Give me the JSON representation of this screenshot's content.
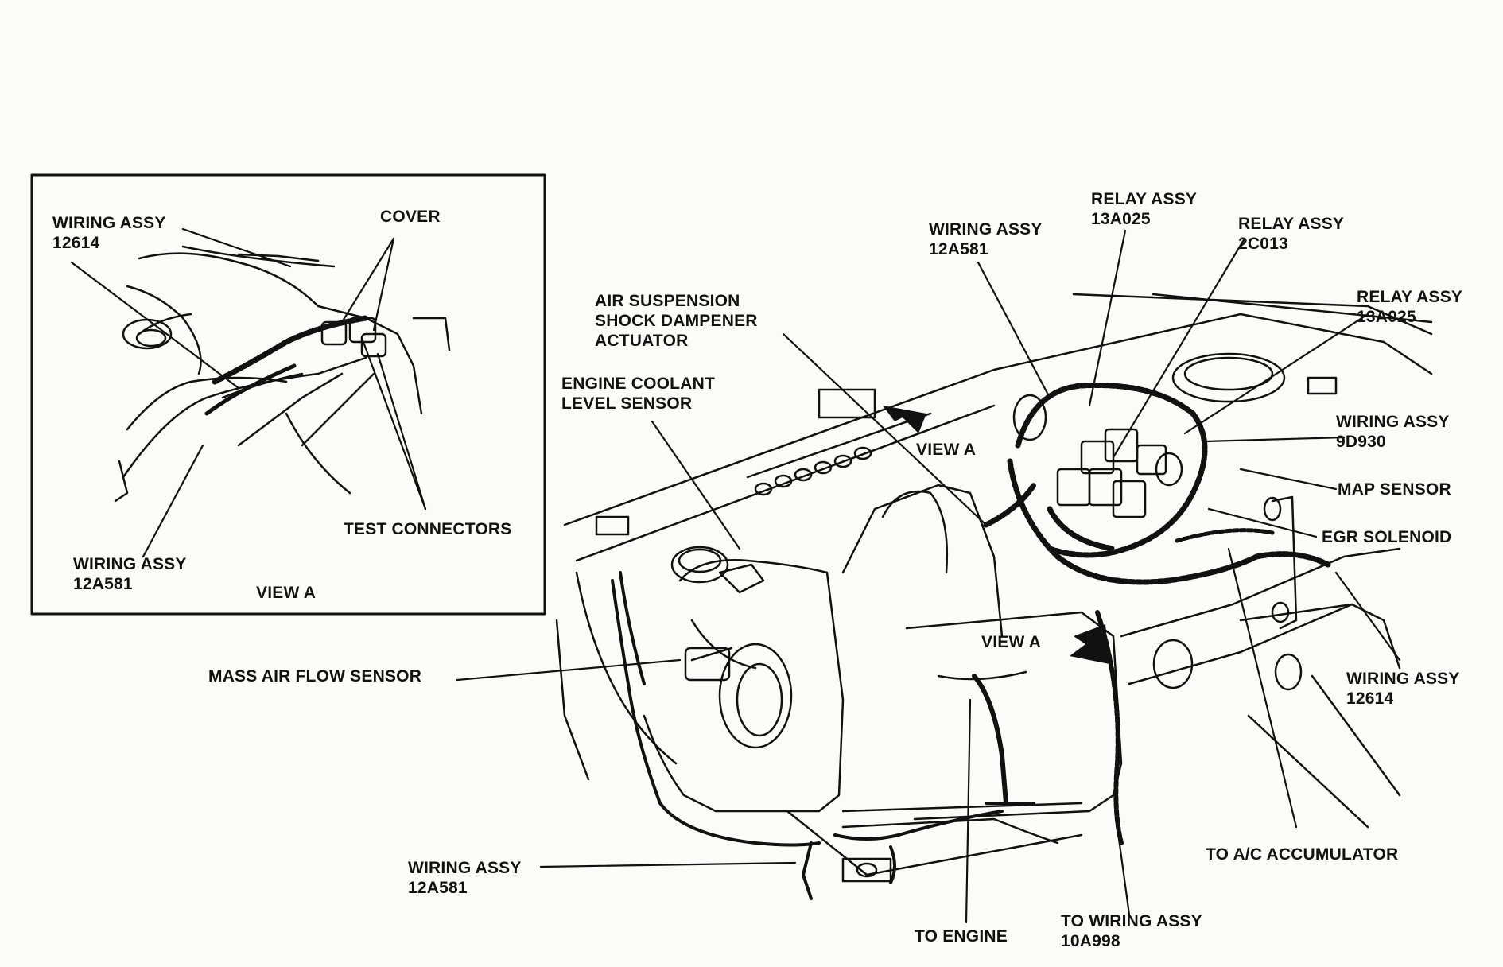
{
  "inset": {
    "title": "VIEW A",
    "labels": {
      "wiring_12614": [
        "WIRING ASSY",
        "12614"
      ],
      "cover": "COVER",
      "test_connectors": "TEST CONNECTORS",
      "wiring_12a581": [
        "WIRING ASSY",
        "12A581"
      ]
    }
  },
  "main": {
    "labels": {
      "relay_13a025_top": [
        "RELAY ASSY",
        "13A025"
      ],
      "wiring_12a581_top": [
        "WIRING ASSY",
        "12A581"
      ],
      "relay_2c013": [
        "RELAY ASSY",
        "2C013"
      ],
      "relay_13a025_right": [
        "RELAY ASSY",
        "13A025"
      ],
      "air_suspension": [
        "AIR SUSPENSION",
        "SHOCK DAMPENER",
        "ACTUATOR"
      ],
      "engine_coolant": [
        "ENGINE COOLANT",
        "LEVEL SENSOR"
      ],
      "wiring_9d930": [
        "WIRING ASSY",
        "9D930"
      ],
      "view_a_upper": "VIEW A",
      "map_sensor": "MAP SENSOR",
      "egr_solenoid": "EGR SOLENOID",
      "view_a_lower": "VIEW A",
      "mass_air_flow": "MASS AIR FLOW SENSOR",
      "wiring_12614_right": [
        "WIRING ASSY",
        "12614"
      ],
      "wiring_12a581_bottom": [
        "WIRING ASSY",
        "12A581"
      ],
      "to_ac_accumulator": "TO A/C ACCUMULATOR",
      "to_engine": "TO ENGINE",
      "to_wiring_10a998": [
        "TO WIRING ASSY",
        "10A998"
      ]
    }
  }
}
